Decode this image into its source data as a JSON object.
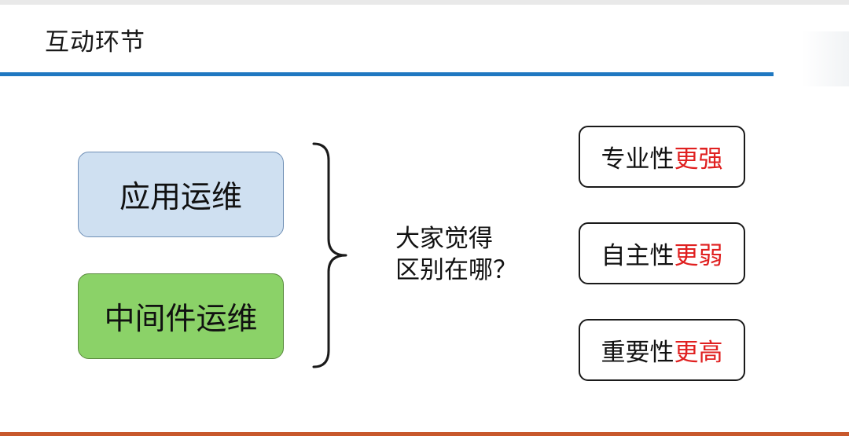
{
  "slide": {
    "title": "互动环节"
  },
  "left_boxes": [
    {
      "label": "应用运维",
      "fill": "#cfe0f1"
    },
    {
      "label": "中间件运维",
      "fill": "#8bd268"
    }
  ],
  "question": {
    "line1": "大家觉得",
    "line2": "区别在哪？"
  },
  "right_boxes": [
    {
      "prefix": "专业性",
      "emphasis": "更强"
    },
    {
      "prefix": "自主性",
      "emphasis": "更弱"
    },
    {
      "prefix": "重要性",
      "emphasis": "更高"
    }
  ],
  "colors": {
    "header_rule": "#1f78c1",
    "bottom_rule": "#c8582c",
    "emphasis": "#e02020"
  }
}
